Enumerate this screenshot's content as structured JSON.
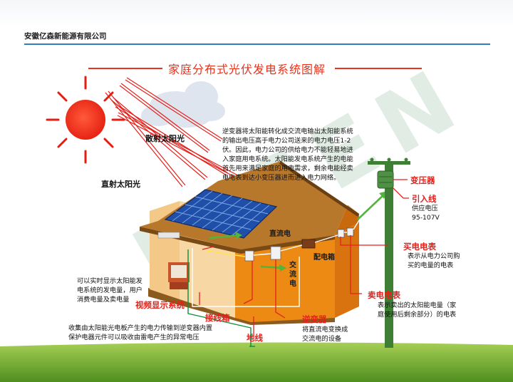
{
  "header": {
    "company": "安徽亿森新能源有限公司",
    "title": "家庭分布式光伏发电系统图解"
  },
  "labels": {
    "diffuse": "散射太阳光",
    "direct": "直射太阳光",
    "dc": "直流电",
    "ac": "交流电",
    "panel_box": "配电箱",
    "transformer": "变压器",
    "lead_in": "引入线",
    "buy_meter": "买电电表",
    "sell_meter": "卖电电表",
    "video": "视频显示系统",
    "junction": "接线箱",
    "inverter": "逆变器",
    "ground": "地线"
  },
  "descriptions": {
    "inverter_system": [
      "逆变器将太阳能转化成交流电输出太阳能系统",
      "的输出电压高于电力公司送来的电力电压1-2",
      "伏。因此，电力公司的供给电力不能轻易地进",
      "入家庭用电系统。太阳能发电系统产生的电能",
      "首先用来满足家庭的用电需求，剩余电能经卖",
      "电电表到达小变压器进而进入电力网络。"
    ],
    "supply_voltage": [
      "供应电压",
      "95-107V"
    ],
    "buy_meter": [
      "表示从电力公司购",
      "买的电量的电表"
    ],
    "sell_meter": [
      "表示卖出的太阳能电量（家",
      "庭使用后剩余部分）的电表"
    ],
    "video": [
      "可以实时显示太阳能发",
      "电系统的发电量，用户",
      "消费电量及卖电量"
    ],
    "junction": [
      "收集由太阳能光电板产生的电力传输到逆变器内置",
      "保护电器元件可以吸收由雷电产生的异常电压"
    ],
    "inverter": [
      "将直流电变换成",
      "交流电的设备"
    ]
  },
  "colors": {
    "accent": "#e3211b",
    "roof": "#b8782c",
    "wall": "#e98413",
    "panel": "#1f4fa8",
    "grass": "#6fa82a",
    "rule": "#2e7ec0"
  }
}
